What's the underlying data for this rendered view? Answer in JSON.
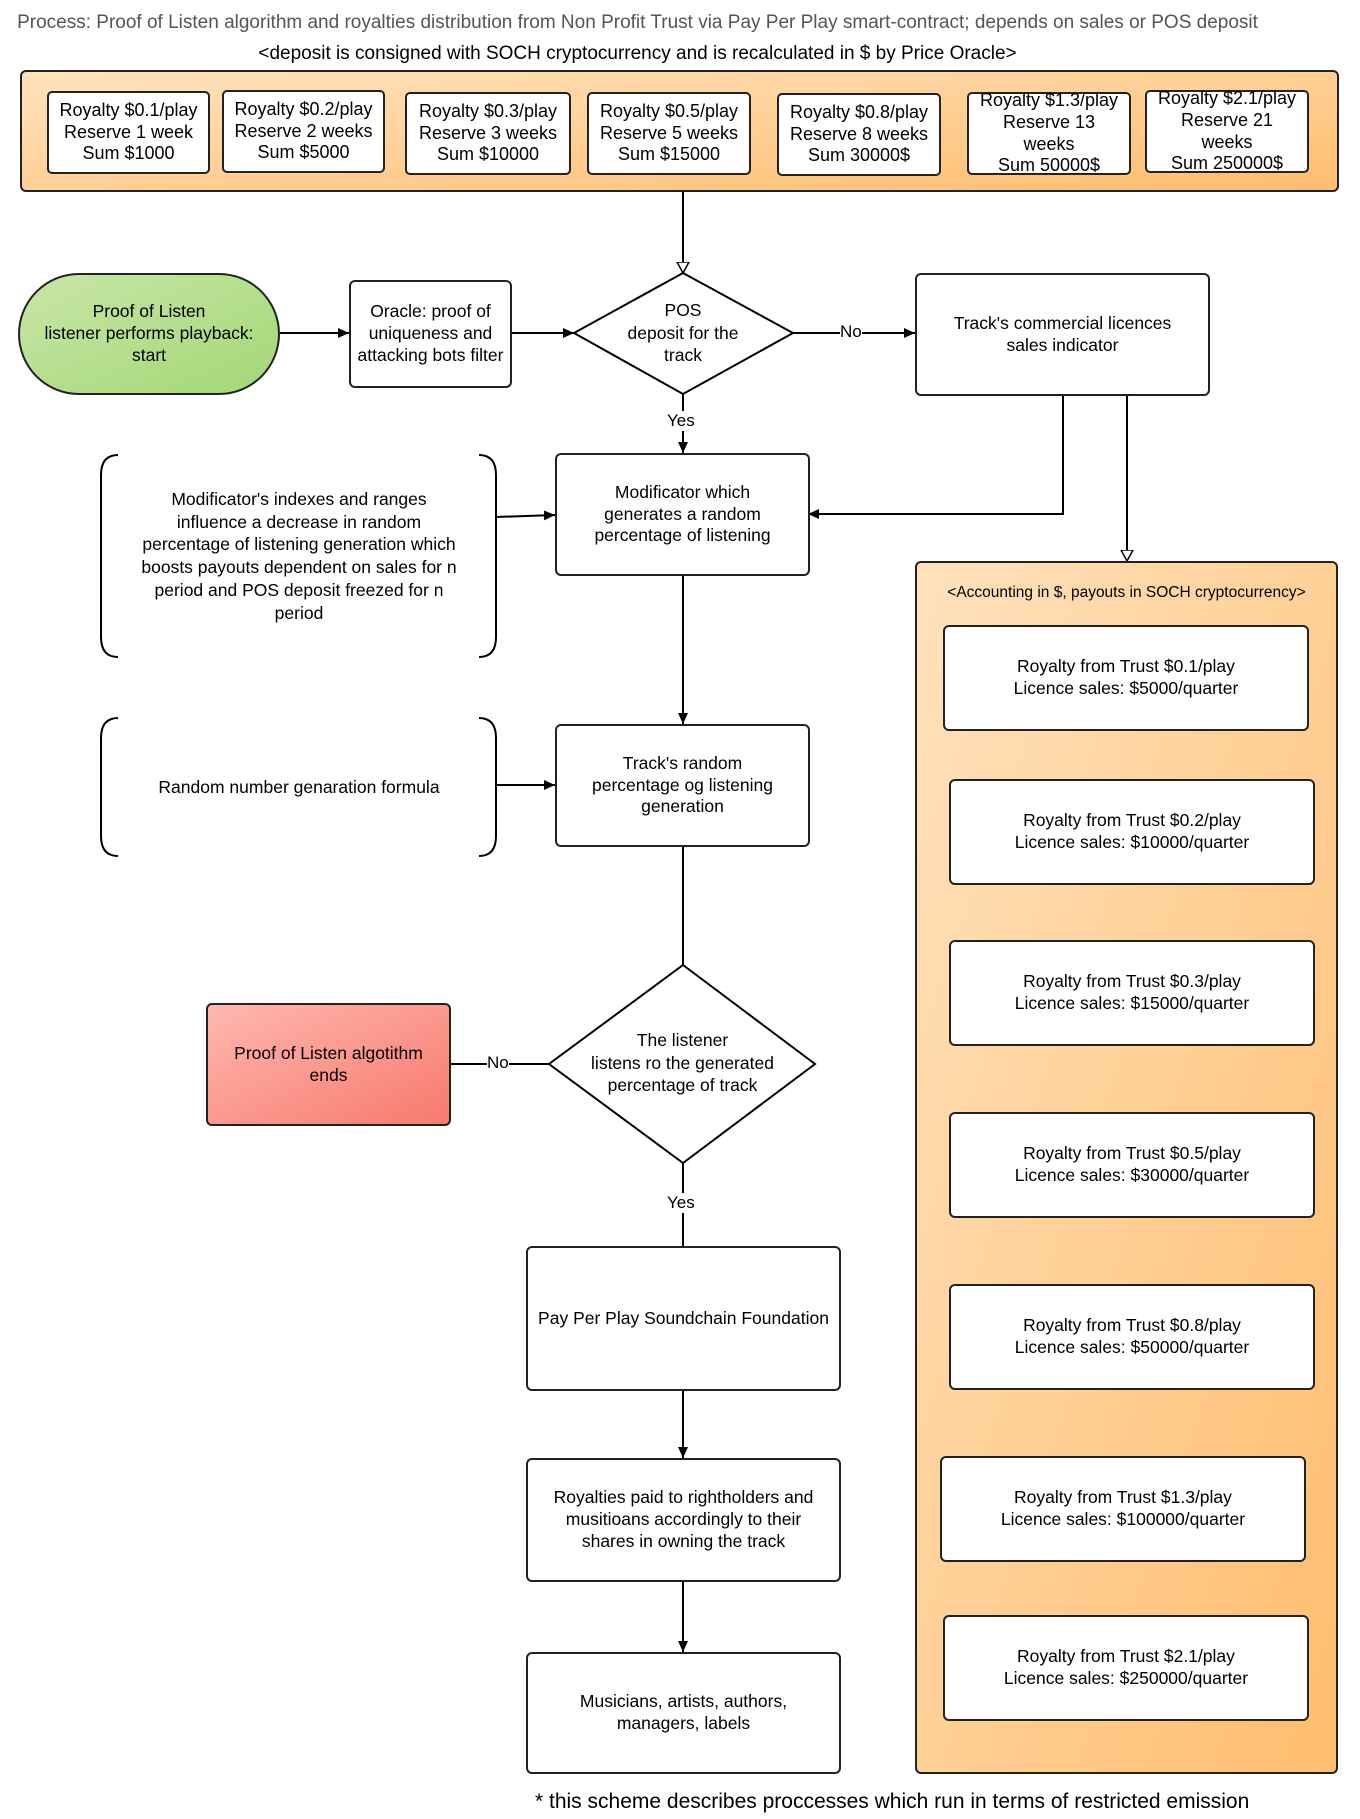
{
  "header": {
    "title": "Process: Proof of Listen algorithm and royalties distribution from Non Profit Trust via Pay Per Play smart-contract; depends on sales or POS deposit",
    "subtitle": "<deposit is consigned with SOCH cryptocurrency and is recalculated in $ by Price Oracle>"
  },
  "deposit_tiers": [
    {
      "royalty": "Royalty $0.1/play",
      "reserve": "Reserve 1 week",
      "sum": "Sum $1000"
    },
    {
      "royalty": "Royalty $0.2/play",
      "reserve": "Reserve 2 weeks",
      "sum": "Sum  $5000"
    },
    {
      "royalty": "Royalty $0.3/play",
      "reserve": "Reserve 3 weeks",
      "sum": "Sum $10000"
    },
    {
      "royalty": "Royalty $0.5/play",
      "reserve": "Reserve 5 weeks",
      "sum": "Sum $15000"
    },
    {
      "royalty": "Royalty $0.8/play",
      "reserve": "Reserve 8 weeks",
      "sum": "Sum 30000$"
    },
    {
      "royalty": "Royalty $1.3/play",
      "reserve": "Reserve 13 weeks",
      "sum": "Sum 50000$"
    },
    {
      "royalty": "Royalty $2.1/play",
      "reserve": "Reserve 21 weeks",
      "sum": "Sum 250000$"
    }
  ],
  "nodes": {
    "start": [
      "Proof of Listen",
      "listener performs playback:",
      "start"
    ],
    "oracle": [
      "Oracle: proof of",
      "uniqueness and",
      "attacking bots filter"
    ],
    "pos": [
      "POS",
      "deposit for the",
      "track"
    ],
    "sales_indicator": [
      "Track's commercial licences",
      "sales indicator"
    ],
    "modificator": [
      "Modificator which",
      "generates a random",
      "percentage of listening"
    ],
    "modificator_note": [
      "Modificator's indexes and ranges",
      "influence a decrease in random",
      "percentage of listening generation which",
      "boosts payouts dependent on sales for n",
      "period and POS deposit freezed for n",
      "period"
    ],
    "random_pct": [
      "Track's random",
      "percentage og listening",
      "generation"
    ],
    "formula_note": [
      "Random number genaration formula"
    ],
    "listens": [
      "The listener",
      "listens ro the generated",
      "percentage of track"
    ],
    "end": [
      "Proof of Listen algotithm",
      "ends"
    ],
    "foundation": [
      "Pay Per Play Soundchain Foundation"
    ],
    "royalties_paid": [
      "Royalties paid to rightholders and",
      "musitioans accordingly to their",
      "shares in owning the track"
    ],
    "recipients": [
      "Musicians, artists, authors,",
      "managers, labels"
    ]
  },
  "edge_labels": {
    "pos_no": "No",
    "pos_yes": "Yes",
    "listens_no": "No",
    "listens_yes": "Yes"
  },
  "accounting": {
    "header": "<Accounting in $, payouts in SOCH cryptocurrency>",
    "rows": [
      {
        "royalty": "Royalty from Trust $0.1/play",
        "sales": "Licence sales: $5000/quarter"
      },
      {
        "royalty": "Royalty from Trust $0.2/play",
        "sales": "Licence sales: $10000/quarter"
      },
      {
        "royalty": "Royalty from Trust $0.3/play",
        "sales": "Licence sales: $15000/quarter"
      },
      {
        "royalty": "Royalty from Trust $0.5/play",
        "sales": "Licence sales: $30000/quarter"
      },
      {
        "royalty": "Royalty from Trust $0.8/play",
        "sales": "Licence sales: $50000/quarter"
      },
      {
        "royalty": "Royalty from Trust $1.3/play",
        "sales": "Licence sales: $100000/quarter"
      },
      {
        "royalty": "Royalty from Trust $2.1/play",
        "sales": "Licence sales: $250000/quarter"
      }
    ]
  },
  "footnote": "* this scheme describes proccesses which run in terms of restricted emission",
  "colors": {
    "panel_light": "#ffe2bd",
    "panel_dark": "#ffbd6e",
    "start_light": "#c8e6a8",
    "start_dark": "#a3d775",
    "end_light": "#ffb8b0",
    "end_dark": "#f7796d"
  }
}
